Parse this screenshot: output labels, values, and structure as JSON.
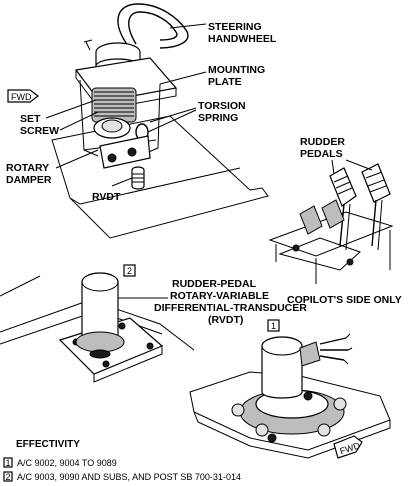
{
  "labels": {
    "steering_handwheel_1": "STEERING",
    "steering_handwheel_2": "HANDWHEEL",
    "mounting_plate_1": "MOUNTING",
    "mounting_plate_2": "PLATE",
    "torsion_spring_1": "TORSION",
    "torsion_spring_2": "SPRING",
    "set_screw_1": "SET",
    "set_screw_2": "SCREW",
    "rotary_damper_1": "ROTARY",
    "rotary_damper_2": "DAMPER",
    "rvdt_top": "RVDT",
    "rudder_pedals_1": "RUDDER",
    "rudder_pedals_2": "PEDALS",
    "copilot_side": "COPILOT'S SIDE ONLY",
    "rvdt_title_1": "RUDDER-PEDAL",
    "rvdt_title_2": "ROTARY-VARIABLE",
    "rvdt_title_3": "DIFFERENTIAL-TRANSDUCER",
    "rvdt_title_4": "(RVDT)",
    "fwd_top": "FWD",
    "fwd_bottom": "FWD",
    "callout_2": "2",
    "callout_1": "1"
  },
  "effectivity": {
    "title": "EFFECTIVITY",
    "items": [
      {
        "marker": "1",
        "text": "A/C 9002, 9004 TO 9089"
      },
      {
        "marker": "2",
        "text": "A/C 9003, 9090 AND SUBS, AND POST SB 700-31-014"
      }
    ]
  }
}
